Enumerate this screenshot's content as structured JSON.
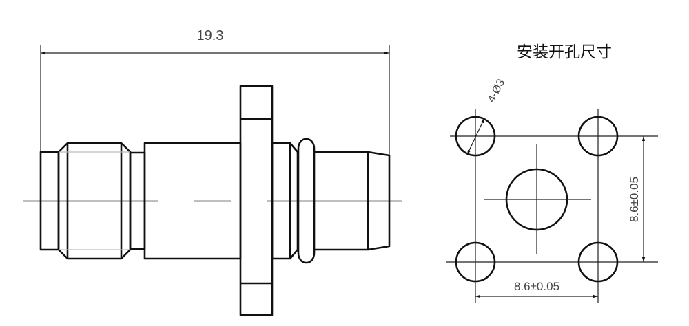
{
  "side_view": {
    "overall_length_label": "19.3"
  },
  "mounting_view": {
    "title": "安装开孔尺寸",
    "hole_label": "4-Ø3",
    "vertical_spacing_label": "8.6±0.05",
    "horizontal_spacing_label": "8.6±0.05"
  }
}
